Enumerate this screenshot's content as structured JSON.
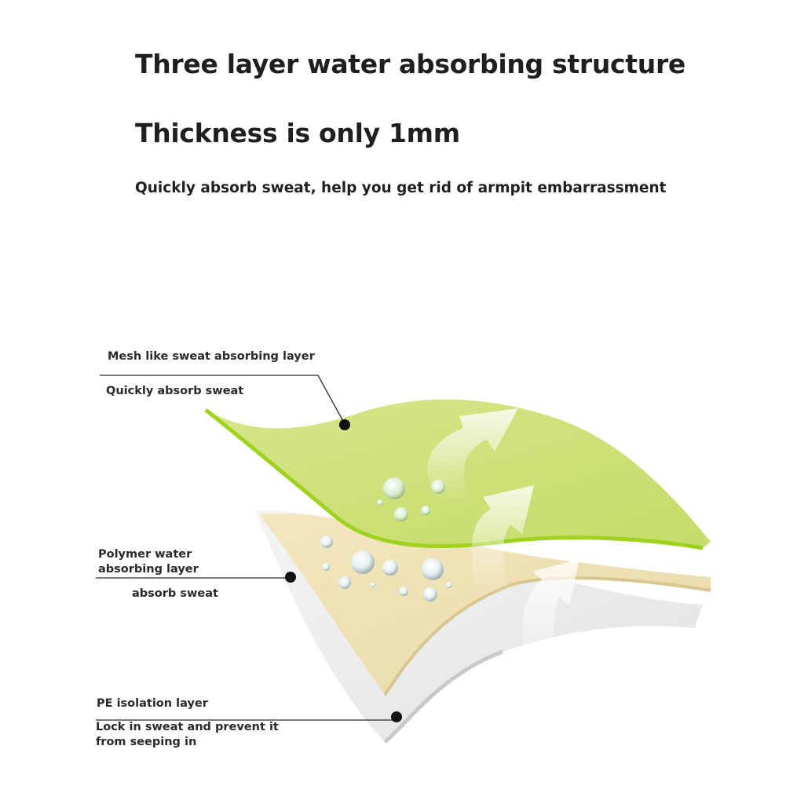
{
  "header": {
    "title": "Three layer water absorbing structure",
    "subtitle": "Thickness is only 1mm",
    "tagline": "Quickly absorb sweat, help you get rid of armpit embarrassment"
  },
  "layers": [
    {
      "name": "Mesh like sweat absorbing layer",
      "description": "Quickly absorb sweat",
      "color": "#cfe07a"
    },
    {
      "name_line1": "Polymer water",
      "name_line2": "absorbing layer",
      "description": "absorb sweat",
      "color": "#efe1b2"
    },
    {
      "name": "PE isolation layer",
      "description_line1": "Lock in sweat and prevent it",
      "description_line2": "from seeping in",
      "color": "#eeeeee"
    }
  ],
  "colors": {
    "text": "#1f1f1f",
    "mesh_edge": "#9fd21c",
    "leader": "#2b2b2b"
  }
}
